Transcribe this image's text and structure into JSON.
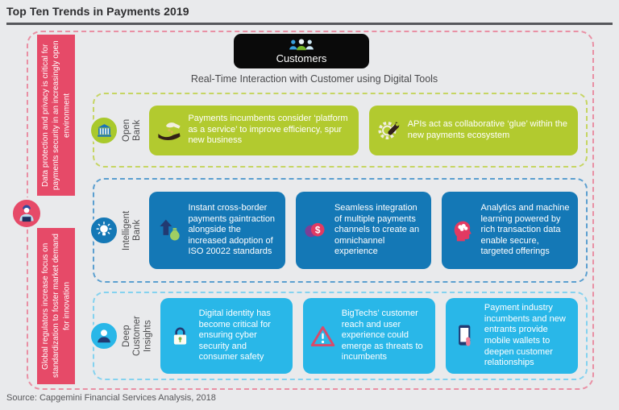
{
  "page": {
    "title": "Top Ten Trends in Payments 2019",
    "source": "Source: Capgemini Financial Services Analysis, 2018"
  },
  "customers": {
    "label": "Customers",
    "icon": "customers-group-icon",
    "caption": "Real-Time Interaction with Customer using Digital Tools"
  },
  "side_bars": [
    {
      "text": "Data protection and privacy is critical for payments security in an increasingly open environment"
    },
    {
      "text": "Global regulators increase focus on standardization to foster market demand for innovation"
    }
  ],
  "left_badge_icon": "analyst-at-laptop-icon",
  "colors": {
    "magenta": "#e64a68",
    "green": "#b2ca2f",
    "blue": "#1478b6",
    "cyan": "#29b7e8",
    "customers_black": "#0a0a0a"
  },
  "rows": [
    {
      "label": "Open Bank",
      "icon": "bank-icon",
      "items": [
        {
          "icon": "hand-payment-icon",
          "text": "Payments incumbents consider ‘platform as a service’ to improve efficiency, spur new business"
        },
        {
          "icon": "gear-wrench-icon",
          "text": "APIs act as collaborative ‘glue’ within the new payments ecosystem"
        }
      ]
    },
    {
      "label": "Intelligent Bank",
      "icon": "lightbulb-icon",
      "items": [
        {
          "icon": "money-growth-icon",
          "text": "Instant cross-border payments gaintraction alongside the increased adoption of ISO 20022 standards"
        },
        {
          "icon": "dollar-channels-icon",
          "text": "Seamless integration of multiple payments channels to create an omnichannel experience"
        },
        {
          "icon": "brain-analytics-icon",
          "text": "Analytics and machine learning powered by rich transaction data enable secure, targeted offerings"
        }
      ]
    },
    {
      "label": "Deep Customer Insights",
      "icon": "customer-person-icon",
      "items": [
        {
          "icon": "padlock-icon",
          "text": "Digital identity has become critical for ensuring cyber security and consumer safety"
        },
        {
          "icon": "warning-triangle-icon",
          "text": "BigTechs’ customer reach and user experience could emerge as threats to incumbents"
        },
        {
          "icon": "mobile-wallet-icon",
          "text": "Payment industry incumbents and new entrants provide mobile wallets to deepen customer relationships"
        }
      ]
    }
  ]
}
